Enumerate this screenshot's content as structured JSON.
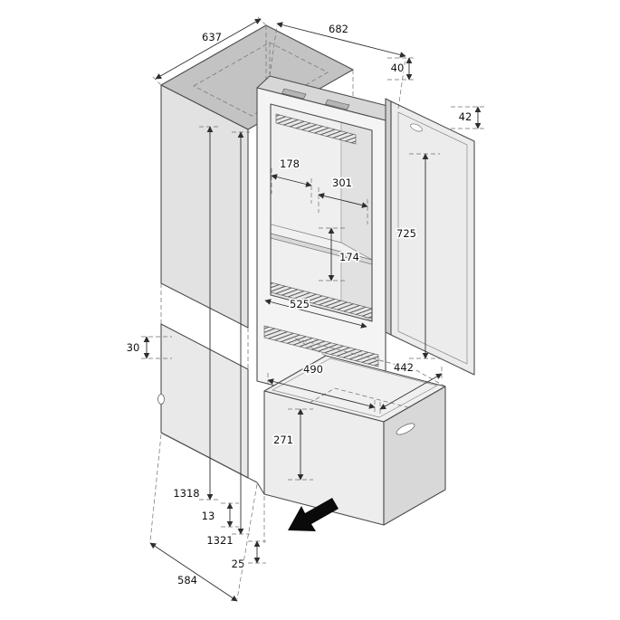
{
  "figure": {
    "background": "#ffffff",
    "palette": {
      "line": "#4d4d4d",
      "dimension_line": "#2e2e2e",
      "fill_light": "#f2f2f2",
      "fill_mid": "#dedede",
      "fill_dark": "#c3c3c3",
      "arrow": "#0a0a0a"
    }
  },
  "icons": {
    "drawer_direction_arrow": "solid-black-arrow-pointing-lower-left"
  },
  "dims": {
    "depth_top": "637",
    "width_top": "682",
    "top_flange": "40",
    "door_top_gap": "42",
    "upper_inner_a": "178",
    "upper_inner_b": "301",
    "door_height": "725",
    "shelf_clearance": "174",
    "upper_inner_width": "525",
    "side_gap": "30",
    "drawer_inner_width": "490",
    "drawer_inner_depth": "442",
    "drawer_inner_height": "271",
    "overall_height_a": "1318",
    "mid_gap": "13",
    "overall_height_b": "1321",
    "bottom_clearance": "25",
    "base_width": "584"
  }
}
